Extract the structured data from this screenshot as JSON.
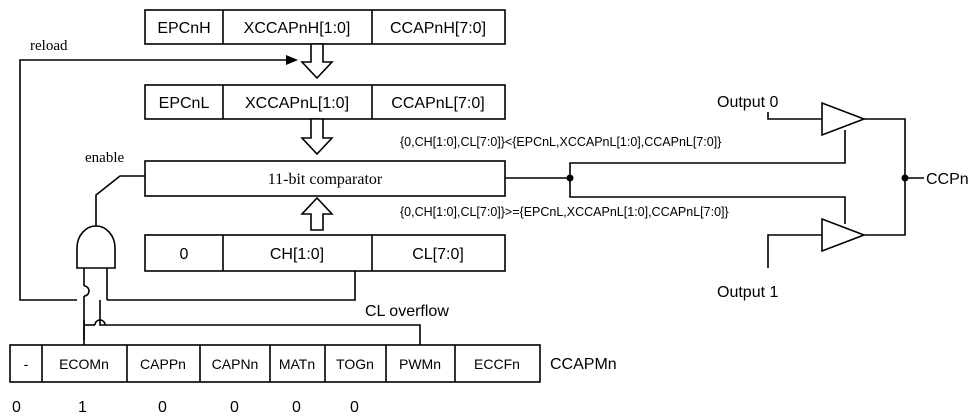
{
  "registers": {
    "high": [
      "EPCnH",
      "XCCAPnH[1:0]",
      "CCAPnH[7:0]"
    ],
    "low": [
      "EPCnL",
      "XCCAPnL[1:0]",
      "CCAPnL[7:0]"
    ],
    "counter": [
      "0",
      "CH[1:0]",
      "CL[7:0]"
    ]
  },
  "comparator": {
    "label": "11-bit comparator"
  },
  "labels": {
    "reload": "reload",
    "enable": "enable",
    "cl_overflow": "CL overflow",
    "output0": "Output 0",
    "output1": "Output 1",
    "ccpn": "CCPn",
    "cond_lt": "{0,CH[1:0],CL[7:0]}<{EPCnL,XCCAPnL[1:0],CCAPnL[7:0]}",
    "cond_ge": "{0,CH[1:0],CL[7:0]}>={EPCnL,XCCAPnL[1:0],CCAPnL[7:0]}"
  },
  "ccapmn": {
    "name": "CCAPMn",
    "bits": [
      "-",
      "ECOMn",
      "CAPPn",
      "CAPNn",
      "MATn",
      "TOGn",
      "PWMn",
      "ECCFn"
    ],
    "values": [
      "0",
      "1",
      "0",
      "0",
      "0",
      "0"
    ]
  }
}
